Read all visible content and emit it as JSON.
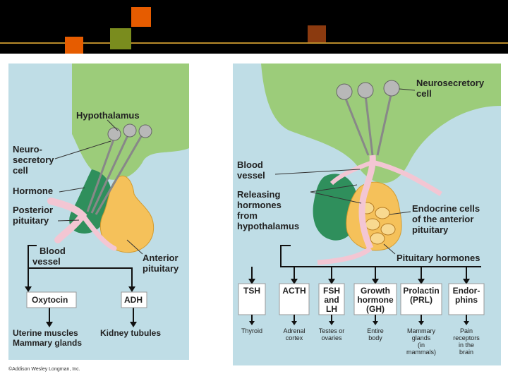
{
  "colors": {
    "header_bg": "#000000",
    "accent_orange": "#e65c00",
    "accent_green": "#7a8c1e",
    "accent_brown": "#8b3a0f",
    "panel_bg": "#bfdde6",
    "hypothalamus_green": "#9ccc7a",
    "posterior_green": "#2f8f5c",
    "anterior_orange": "#f5c15a",
    "vessel_pink": "#f3c6d3",
    "neuron_gray": "#b8b8b8"
  },
  "left": {
    "hypothalamus": "Hypothalamus",
    "neuro_1": "Neuro-",
    "neuro_2": "secretory",
    "neuro_3": "cell",
    "hormone": "Hormone",
    "posterior_1": "Posterior",
    "posterior_2": "pituitary",
    "blood_1": "Blood",
    "blood_2": "vessel",
    "anterior_1": "Anterior",
    "anterior_2": "pituitary",
    "oxytocin": "Oxytocin",
    "adh": "ADH",
    "target_1_line1": "Uterine muscles",
    "target_1_line2": "Mammary glands",
    "target_2": "Kidney tubules"
  },
  "right": {
    "neurosecretory_1": "Neurosecretory",
    "neurosecretory_2": "cell",
    "blood_1": "Blood",
    "blood_2": "vessel",
    "releasing_1": "Releasing",
    "releasing_2": "hormones",
    "releasing_3": "from",
    "releasing_4": "hypothalamus",
    "endocrine_1": "Endocrine cells",
    "endocrine_2": "of the anterior",
    "endocrine_3": "pituitary",
    "pituitary_hormones": "Pituitary hormones",
    "boxes": [
      {
        "line1": "TSH",
        "line2": "",
        "line3": ""
      },
      {
        "line1": "ACTH",
        "line2": "",
        "line3": ""
      },
      {
        "line1": "FSH",
        "line2": "and",
        "line3": "LH"
      },
      {
        "line1": "Growth",
        "line2": "hormone",
        "line3": "(GH)"
      },
      {
        "line1": "Prolactin",
        "line2": "(PRL)",
        "line3": ""
      },
      {
        "line1": "Endor-",
        "line2": "phins",
        "line3": ""
      }
    ],
    "targets": [
      {
        "l1": "Thyroid",
        "l2": "",
        "l3": "",
        "l4": ""
      },
      {
        "l1": "Adrenal",
        "l2": "cortex",
        "l3": "",
        "l4": ""
      },
      {
        "l1": "Testes or",
        "l2": "ovaries",
        "l3": "",
        "l4": ""
      },
      {
        "l1": "Entire",
        "l2": "body",
        "l3": "",
        "l4": ""
      },
      {
        "l1": "Mammary",
        "l2": "glands",
        "l3": "(in",
        "l4": "mammals)"
      },
      {
        "l1": "Pain",
        "l2": "receptors",
        "l3": "in the",
        "l4": "brain"
      }
    ]
  },
  "copyright": "©Addison Wesley Longman, Inc."
}
